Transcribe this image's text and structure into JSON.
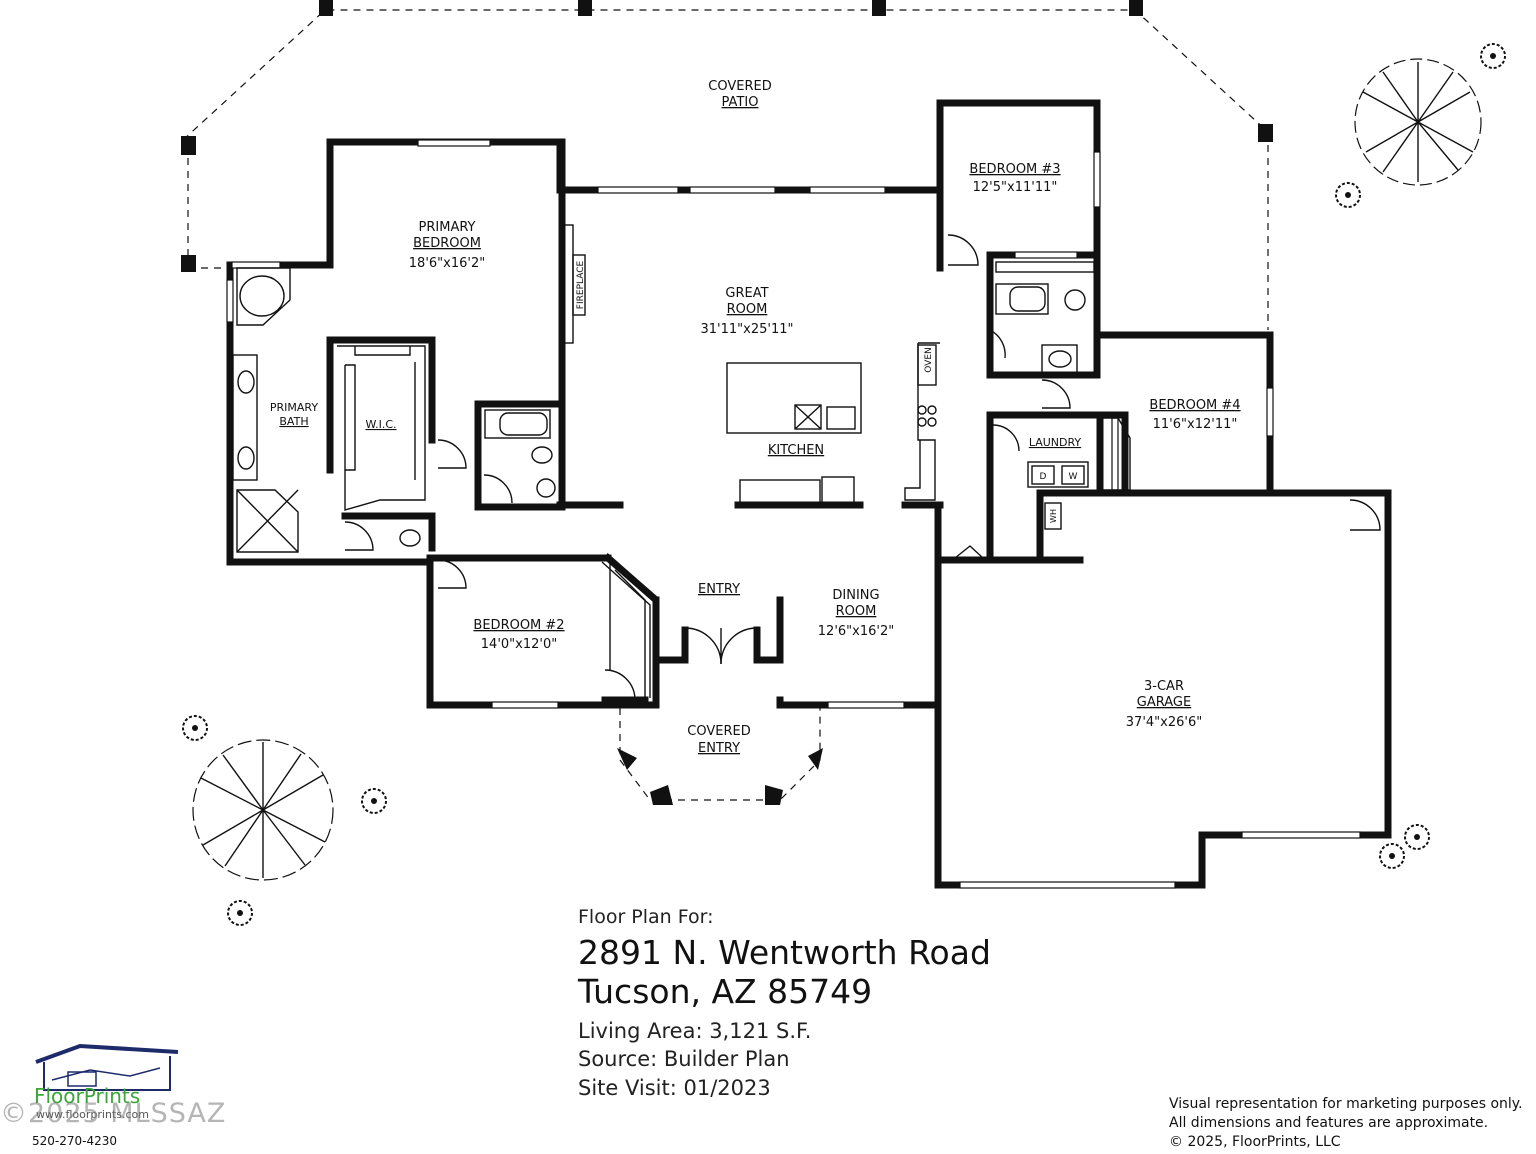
{
  "rooms": {
    "covered_patio": [
      "COVERED",
      "PATIO"
    ],
    "primary_bedroom": [
      "PRIMARY",
      "BEDROOM",
      "18'6\"x16'2\""
    ],
    "great_room": [
      "GREAT",
      "ROOM",
      "31'11\"x25'11\""
    ],
    "bedroom3": [
      "BEDROOM #3",
      "12'5\"x11'11\""
    ],
    "bedroom4": [
      "BEDROOM #4",
      "11'6\"x12'11\""
    ],
    "primary_bath": [
      "PRIMARY",
      "BATH"
    ],
    "wic": "W.I.C.",
    "kitchen": "KITCHEN",
    "laundry": "LAUNDRY",
    "bedroom2": [
      "BEDROOM #2",
      "14'0\"x12'0\""
    ],
    "entry": "ENTRY",
    "dining_room": [
      "DINING",
      "ROOM",
      "12'6\"x16'2\""
    ],
    "covered_entry": [
      "COVERED",
      "ENTRY"
    ],
    "garage": [
      "3-CAR",
      "GARAGE",
      "37'4\"x26'6\""
    ],
    "fireplace": "FIREPLACE",
    "oven": "OVEN",
    "washer": "W",
    "dryer": "D",
    "water_heater": "WH"
  },
  "info": {
    "heading": "Floor Plan For:",
    "address_line1": "2891 N. Wentworth Road",
    "address_line2": "Tucson, AZ  85749",
    "living_area": "Living Area:  3,121 S.F.",
    "source": "Source:  Builder Plan",
    "site_visit": "Site Visit:  01/2023"
  },
  "logo": {
    "brand": "FloorPrints",
    "watermark": "©2025 MLSSAZ",
    "url": "www.floorprints.com",
    "phone": "520-270-4230"
  },
  "footer": {
    "line1": "Visual representation for marketing purposes only.",
    "line2": "All dimensions and features are approximate.",
    "line3": "© 2025, FloorPrints, LLC"
  },
  "colors": {
    "wall": "#111111",
    "logo_navy": "#1d2b6b",
    "logo_green": "#3aa63a"
  }
}
